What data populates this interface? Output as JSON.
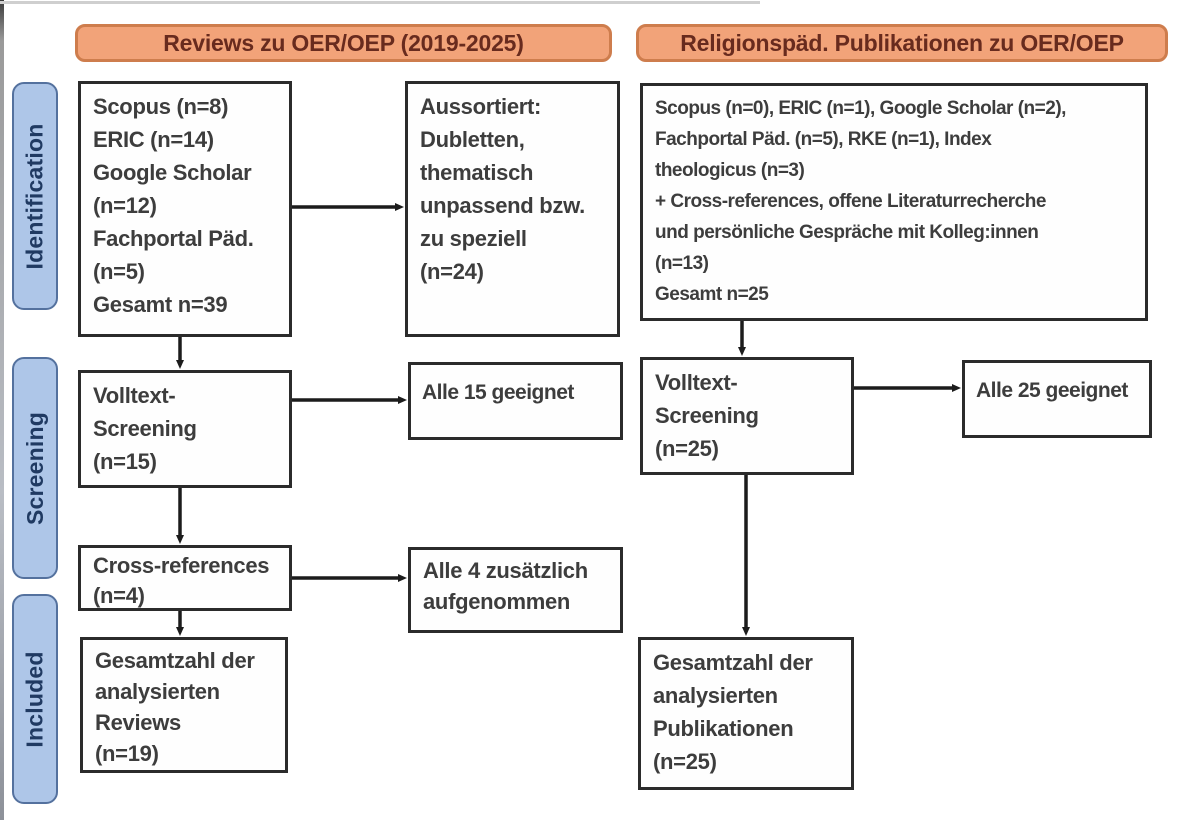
{
  "headers": {
    "left": "Reviews zu OER/OEP (2019-2025)",
    "right": "Religionspäd. Publikationen zu OER/OEP"
  },
  "stages": [
    {
      "label": "Identification"
    },
    {
      "label": "Screening"
    },
    {
      "label": "Included"
    }
  ],
  "left_column": {
    "sources_box": {
      "lines": [
        "Scopus (n=8)",
        "ERIC (n=14)",
        "Google Scholar",
        "(n=12)",
        "Fachportal Päd.",
        "(n=5)",
        "Gesamt n=39"
      ]
    },
    "sorted_out_box": {
      "lines": [
        "Aussortiert:",
        "Dubletten,",
        "thematisch",
        "unpassend bzw.",
        "zu speziell",
        "(n=24)"
      ]
    },
    "fulltext_box": {
      "lines": [
        "Volltext-",
        "Screening",
        "(n=15)"
      ]
    },
    "eligible_box": {
      "label": "Alle 15 geeignet"
    },
    "crossref_box": {
      "lines": [
        "Cross-references",
        "(n=4)"
      ]
    },
    "added_box": {
      "lines": [
        "Alle 4 zusätzlich",
        "aufgenommen"
      ]
    },
    "total_box": {
      "lines": [
        "Gesamtzahl der",
        "analysierten",
        "Reviews",
        "(n=19)"
      ]
    }
  },
  "right_column": {
    "sources_box": {
      "lines": [
        "Scopus (n=0), ERIC (n=1), Google Scholar (n=2),",
        "Fachportal Päd. (n=5), RKE (n=1), Index",
        "theologicus (n=3)",
        "+ Cross-references, offene Literaturrecherche",
        "und persönliche Gespräche mit Kolleg:innen",
        "(n=13)",
        "Gesamt n=25"
      ]
    },
    "fulltext_box": {
      "lines": [
        "Volltext-",
        "Screening",
        "(n=25)"
      ]
    },
    "eligible_box": {
      "label": "Alle 25 geeignet"
    },
    "total_box": {
      "lines": [
        "Gesamtzahl der",
        "analysierten",
        "Publikationen",
        "(n=25)"
      ]
    }
  },
  "colors": {
    "header_fill": "#F2A379",
    "header_border": "#CE7D4D",
    "header_text": "#682B1E",
    "stage_fill": "#AEC6E8",
    "stage_border": "#54719E",
    "stage_text": "#203A62",
    "box_border": "#2B2B2B",
    "box_text": "#3D3D3D",
    "arrow": "#1C1C1C"
  }
}
